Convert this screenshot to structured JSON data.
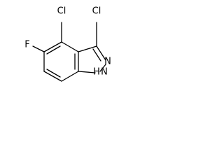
{
  "structure": {
    "atoms": {
      "cl_c4": {
        "label": "Cl"
      },
      "cl_c3": {
        "label": "Cl"
      },
      "f_c5": {
        "label": "F"
      },
      "n2": {
        "label": "N"
      },
      "n1h": {
        "label": "NH",
        "display": "H"
      },
      "n1": {
        "label": "N"
      }
    }
  }
}
